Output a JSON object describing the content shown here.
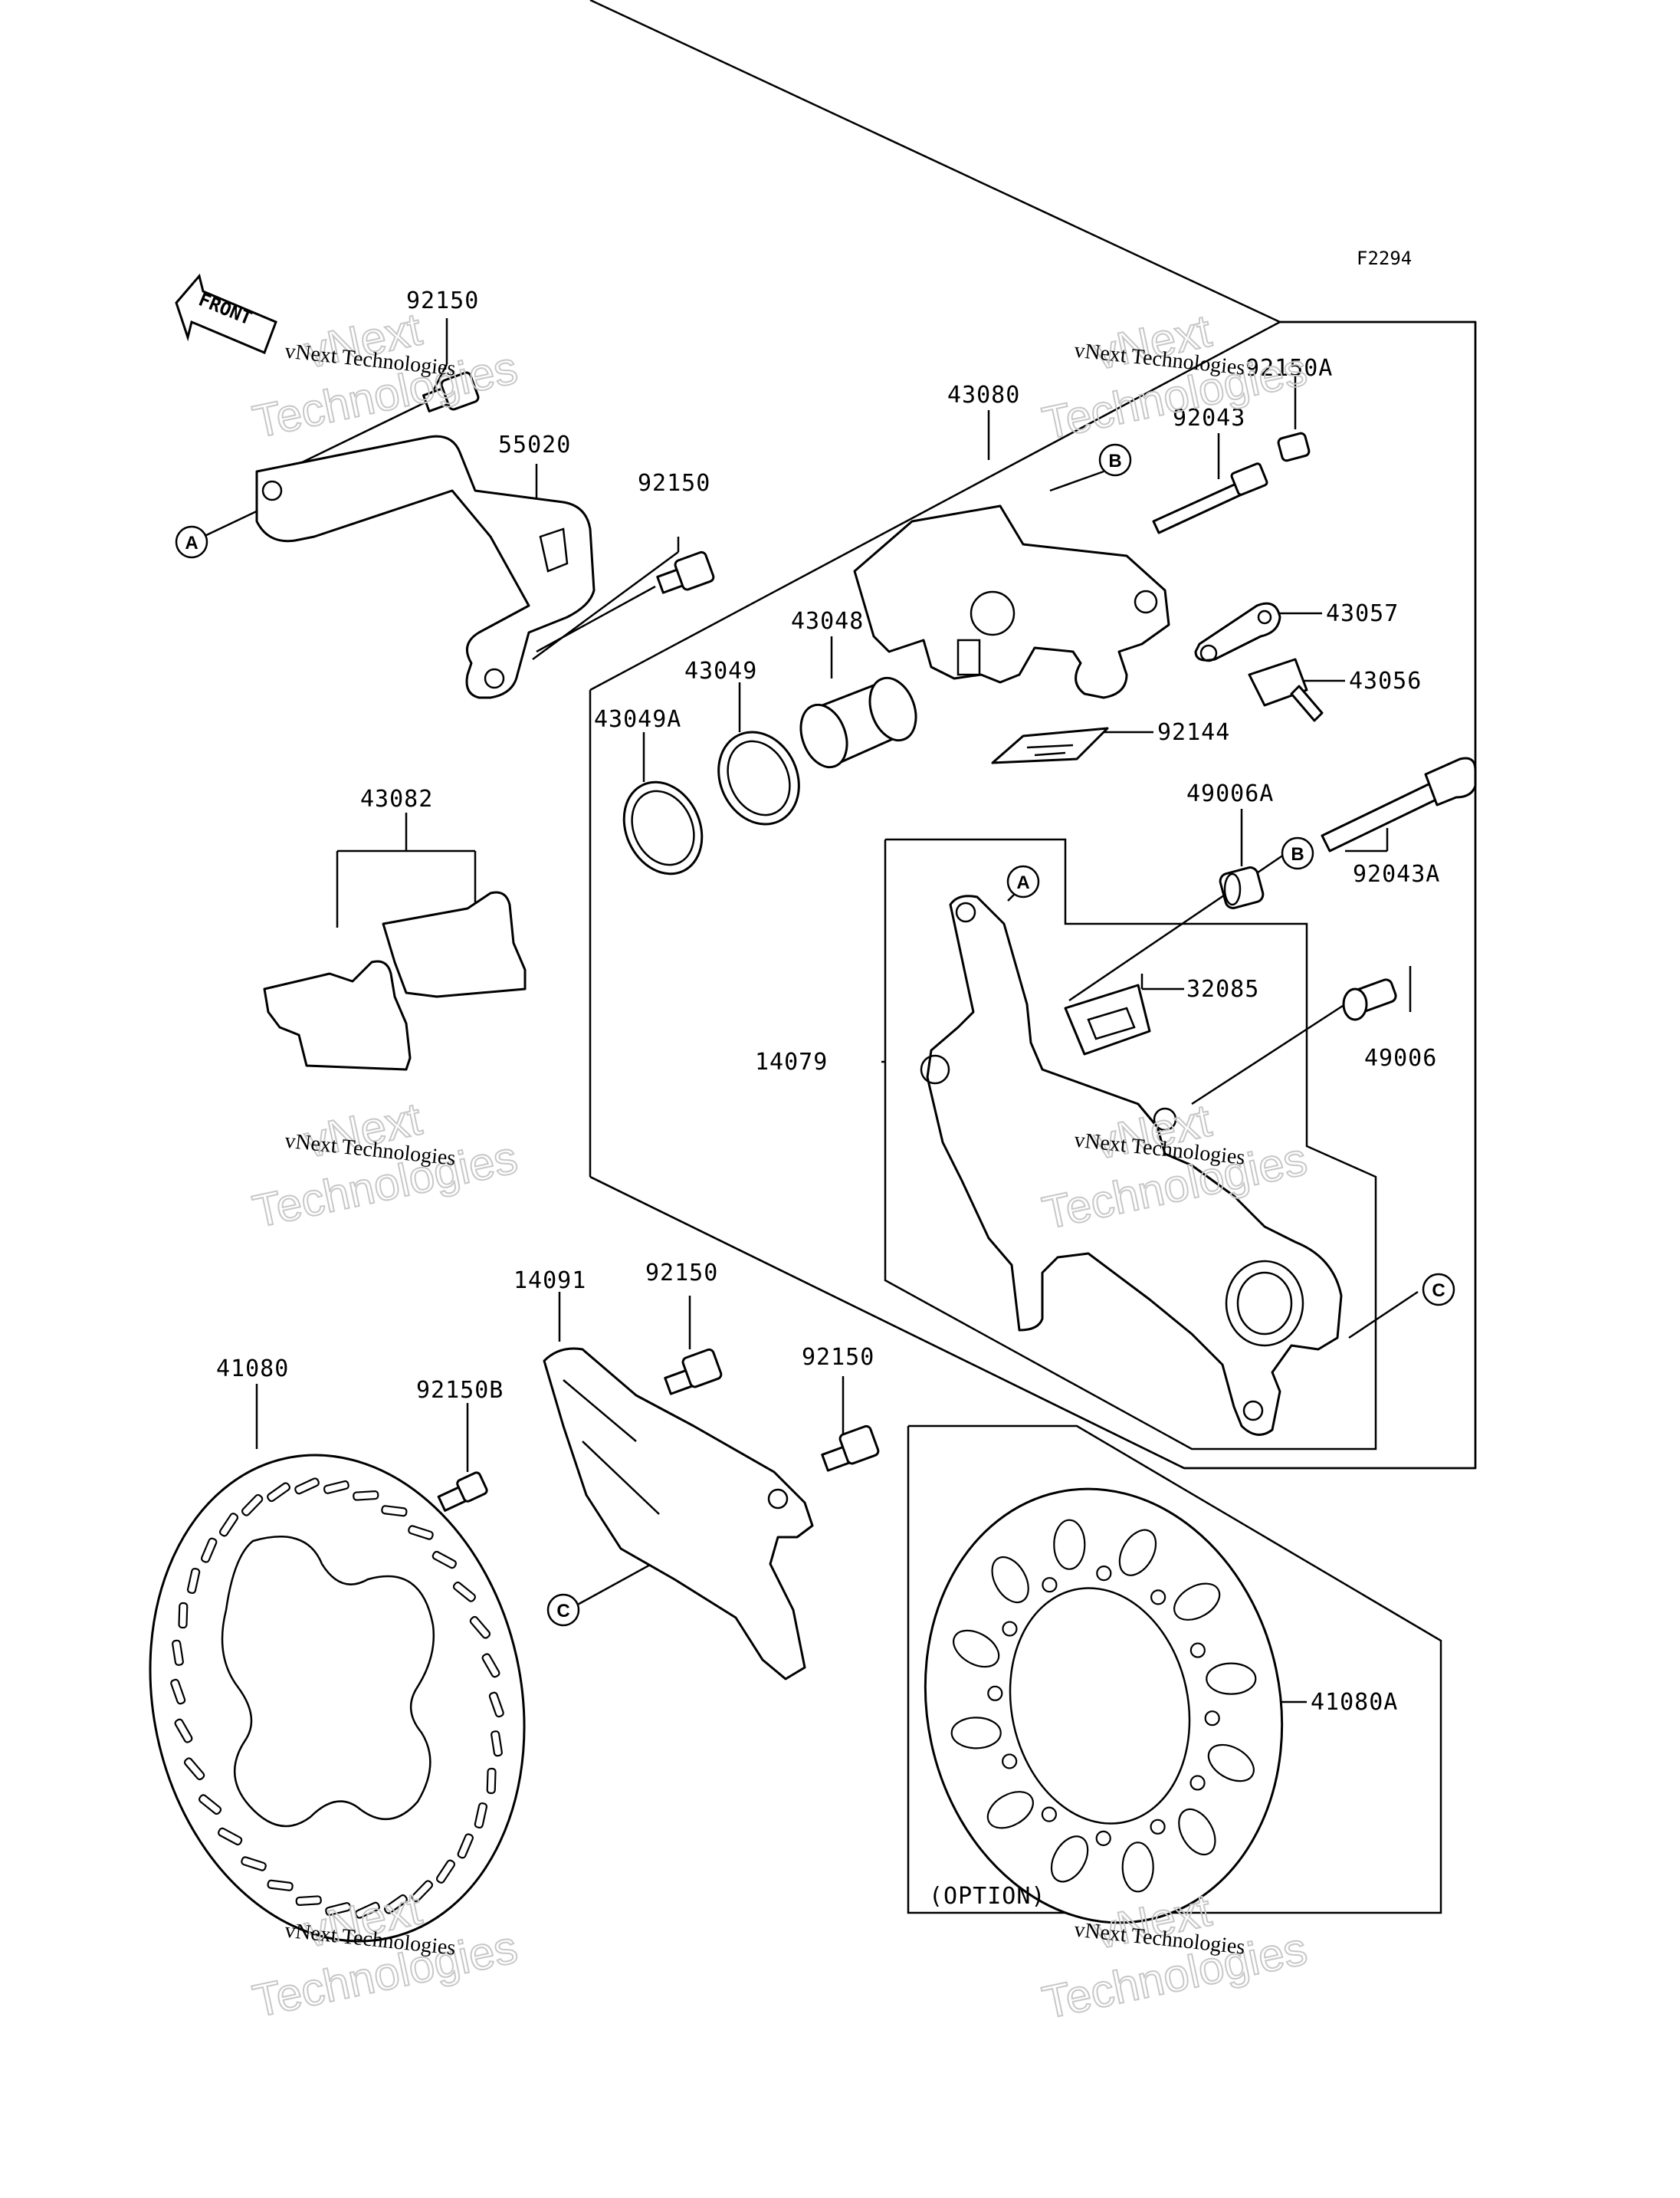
{
  "figure_code": "F2294",
  "front_arrow": {
    "label": "FRONT",
    "icon": "front-arrow-icon"
  },
  "parts": {
    "p92150_top": "92150",
    "p55020": "55020",
    "p92150_mid": "92150",
    "p43080": "43080",
    "p92150A": "92150A",
    "p92043": "92043",
    "p43057": "43057",
    "p43056": "43056",
    "p43048": "43048",
    "p43049": "43049",
    "p43049A": "43049A",
    "p92144": "92144",
    "p49006A": "49006A",
    "p92043A": "92043A",
    "p43082": "43082",
    "p32085": "32085",
    "p14079": "14079",
    "p49006": "49006",
    "p14091": "14091",
    "p92150_guard1": "92150",
    "p92150_guard2": "92150",
    "p41080": "41080",
    "p92150B": "92150B",
    "p41080A": "41080A"
  },
  "callouts": {
    "a": "A",
    "b": "B",
    "c": "C"
  },
  "option_label": "(OPTION)",
  "watermark": {
    "line1": "vNext",
    "line2": "Technologies",
    "small": "vNext Technologies"
  }
}
